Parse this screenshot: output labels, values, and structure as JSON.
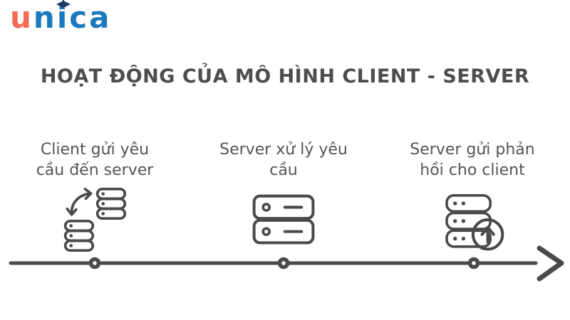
{
  "logo": {
    "brand": "unica",
    "seg_u": "u",
    "seg_n": "n",
    "seg_i": "i",
    "seg_ca": "ca",
    "colors": {
      "u": "#F26B52",
      "rest": "#1B79BD",
      "graduation_cap": "#1F3A5F"
    }
  },
  "title": {
    "text": "HOẠT ĐỘNG CỦA MÔ HÌNH CLIENT - SERVER",
    "color": "#4D4D4D"
  },
  "steps": [
    {
      "name": "client-sends-request",
      "line1": "Client gửi yêu",
      "line2": "cầu đến server",
      "icon": "client-server-sync-icon"
    },
    {
      "name": "server-processes-request",
      "line1": "Server xử lý yêu",
      "line2": "cầu",
      "icon": "server-rack-icon"
    },
    {
      "name": "server-sends-response",
      "line1": "Server gửi phản",
      "line2": "hồi cho client",
      "icon": "server-upload-icon"
    }
  ],
  "timeline": {
    "direction": "left-to-right",
    "dot_count": 3,
    "color": "#4A4A4A"
  }
}
